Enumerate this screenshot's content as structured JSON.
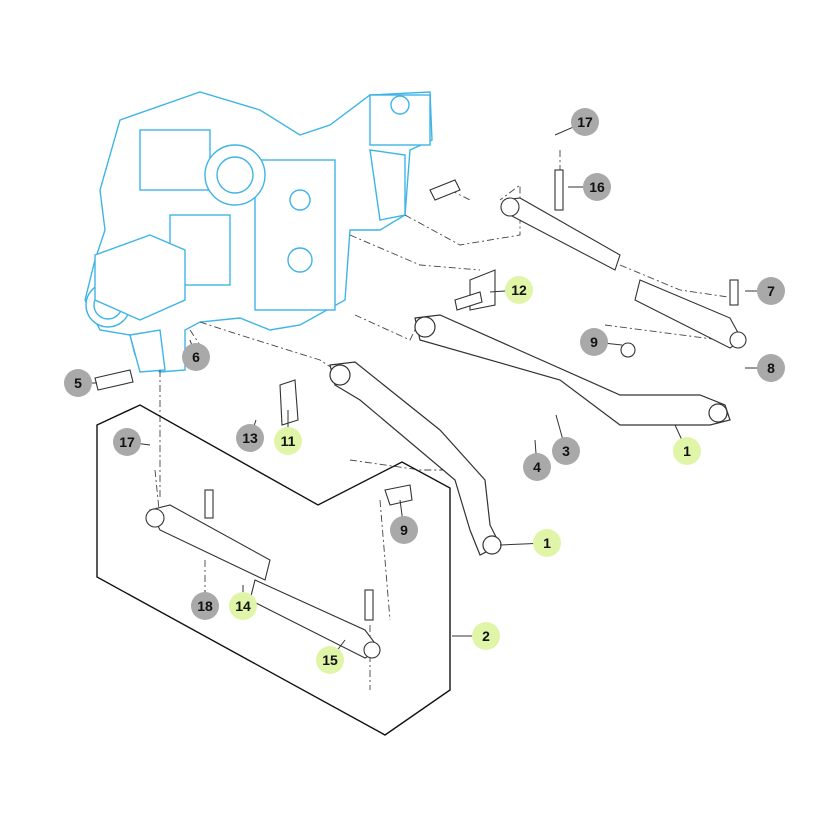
{
  "diagram": {
    "colors": {
      "housing_outline": "#3fb4e6",
      "part_outline": "#333333",
      "callout_gray": "#a9a9a9",
      "callout_green": "#e0f5a8",
      "leader": "#333333"
    },
    "callouts": [
      {
        "label": "17",
        "kind": "gray"
      },
      {
        "label": "16",
        "kind": "gray"
      },
      {
        "label": "12",
        "kind": "green"
      },
      {
        "label": "7",
        "kind": "gray"
      },
      {
        "label": "9",
        "kind": "gray"
      },
      {
        "label": "8",
        "kind": "gray"
      },
      {
        "label": "6",
        "kind": "gray"
      },
      {
        "label": "5",
        "kind": "gray"
      },
      {
        "label": "13",
        "kind": "gray"
      },
      {
        "label": "11",
        "kind": "green"
      },
      {
        "label": "3",
        "kind": "gray"
      },
      {
        "label": "4",
        "kind": "gray"
      },
      {
        "label": "1",
        "kind": "green"
      },
      {
        "label": "17",
        "kind": "gray"
      },
      {
        "label": "9",
        "kind": "gray"
      },
      {
        "label": "1",
        "kind": "green"
      },
      {
        "label": "18",
        "kind": "gray"
      },
      {
        "label": "14",
        "kind": "green"
      },
      {
        "label": "2",
        "kind": "green"
      },
      {
        "label": "15",
        "kind": "green"
      }
    ]
  }
}
